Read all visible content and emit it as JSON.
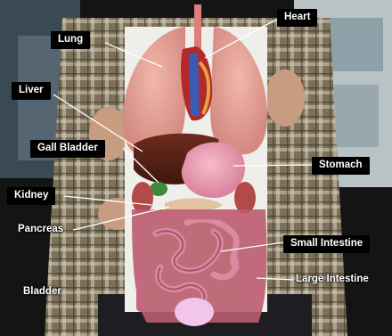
{
  "organ_labels": {
    "heart": "Heart",
    "lung": "Lung",
    "liver": "Liver",
    "gall_bladder": "Gall Bladder",
    "stomach": "Stomach",
    "kidney": "Kidney",
    "pancreas": "Pancreas",
    "small_intestine": "Small Intestine",
    "large_intestine": "Large Intestine",
    "bladder": "Bladder"
  },
  "colors": {
    "label_box": "#000000",
    "label_text": "#ffffff",
    "leader_line": "#ffffff",
    "lung": "#e8a69a",
    "liver": "#5c2318",
    "stomach": "#e89aae",
    "intestine": "#c9788e",
    "bladder": "#f2c6e8"
  }
}
